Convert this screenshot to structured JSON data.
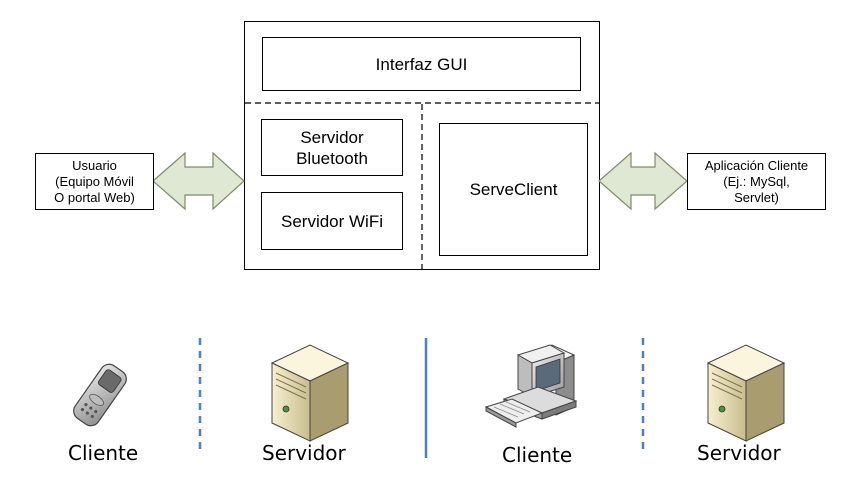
{
  "architecture": {
    "gui_label": "Interfaz GUI",
    "bluetooth_label": "Servidor\nBluetooth",
    "wifi_label": "Servidor WiFi",
    "serveclient_label": "ServeClient"
  },
  "left_box": {
    "text": "Usuario\n(Equipo Móvil\nO portal Web)"
  },
  "right_box": {
    "text": "Aplicación Cliente\n(Ej.: MySql,\nServlet)"
  },
  "bottom": {
    "captions": [
      "Cliente",
      "Servidor",
      "Cliente",
      "Servidor"
    ],
    "icons": [
      "mobile-phone-icon",
      "server-tower-icon",
      "desktop-computer-icon",
      "server-tower-icon"
    ]
  },
  "colors": {
    "arrow_fill": "#dfe8d2",
    "arrow_stroke": "#7f8c6a",
    "divider_blue": "#4f81bd"
  }
}
